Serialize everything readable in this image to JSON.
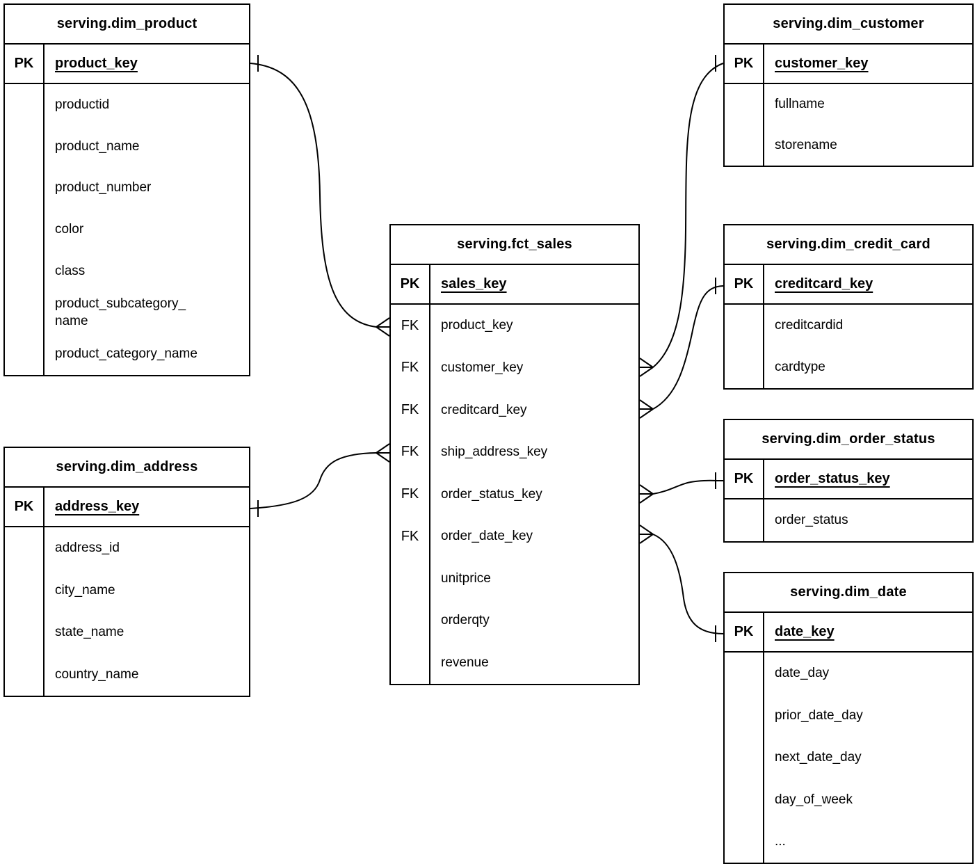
{
  "diagram_type": "entity-relationship",
  "key_labels": {
    "primary": "PK",
    "foreign": "FK"
  },
  "colors": {
    "line": "#000000",
    "background": "#ffffff",
    "text": "#000000"
  },
  "tables": [
    {
      "title": "serving.dim_product",
      "pk": {
        "key": "PK",
        "name": "product_key"
      },
      "fields": [
        {
          "key": "",
          "name": "productid"
        },
        {
          "key": "",
          "name": "product_name"
        },
        {
          "key": "",
          "name": "product_number"
        },
        {
          "key": "",
          "name": "color"
        },
        {
          "key": "",
          "name": "class"
        },
        {
          "key": "",
          "name": "product_subcategory_\nname"
        },
        {
          "key": "",
          "name": "product_category_name"
        }
      ]
    },
    {
      "title": "serving.dim_address",
      "pk": {
        "key": "PK",
        "name": "address_key"
      },
      "fields": [
        {
          "key": "",
          "name": "address_id"
        },
        {
          "key": "",
          "name": "city_name"
        },
        {
          "key": "",
          "name": "state_name"
        },
        {
          "key": "",
          "name": "country_name"
        }
      ]
    },
    {
      "title": "serving.fct_sales",
      "pk": {
        "key": "PK",
        "name": "sales_key"
      },
      "fields": [
        {
          "key": "FK",
          "name": "product_key"
        },
        {
          "key": "FK",
          "name": "customer_key"
        },
        {
          "key": "FK",
          "name": "creditcard_key"
        },
        {
          "key": "FK",
          "name": "ship_address_key"
        },
        {
          "key": "FK",
          "name": "order_status_key"
        },
        {
          "key": "FK",
          "name": "order_date_key"
        },
        {
          "key": "",
          "name": "unitprice"
        },
        {
          "key": "",
          "name": "orderqty"
        },
        {
          "key": "",
          "name": "revenue"
        }
      ]
    },
    {
      "title": "serving.dim_customer",
      "pk": {
        "key": "PK",
        "name": "customer_key"
      },
      "fields": [
        {
          "key": "",
          "name": "fullname"
        },
        {
          "key": "",
          "name": "storename"
        }
      ]
    },
    {
      "title": "serving.dim_credit_card",
      "pk": {
        "key": "PK",
        "name": "creditcard_key"
      },
      "fields": [
        {
          "key": "",
          "name": "creditcardid"
        },
        {
          "key": "",
          "name": "cardtype"
        }
      ]
    },
    {
      "title": "serving.dim_order_status",
      "pk": {
        "key": "PK",
        "name": "order_status_key"
      },
      "fields": [
        {
          "key": "",
          "name": "order_status"
        }
      ]
    },
    {
      "title": "serving.dim_date",
      "pk": {
        "key": "PK",
        "name": "date_key"
      },
      "fields": [
        {
          "key": "",
          "name": "date_day"
        },
        {
          "key": "",
          "name": "prior_date_day"
        },
        {
          "key": "",
          "name": "next_date_day"
        },
        {
          "key": "",
          "name": "day_of_week"
        },
        {
          "key": "",
          "name": "..."
        }
      ]
    }
  ],
  "relationships": [
    {
      "from_table": "serving.fct_sales",
      "from_field": "product_key",
      "to_table": "serving.dim_product",
      "to_field": "product_key",
      "from_cardinality": "many",
      "to_cardinality": "one"
    },
    {
      "from_table": "serving.fct_sales",
      "from_field": "ship_address_key",
      "to_table": "serving.dim_address",
      "to_field": "address_key",
      "from_cardinality": "many",
      "to_cardinality": "one"
    },
    {
      "from_table": "serving.fct_sales",
      "from_field": "customer_key",
      "to_table": "serving.dim_customer",
      "to_field": "customer_key",
      "from_cardinality": "many",
      "to_cardinality": "one"
    },
    {
      "from_table": "serving.fct_sales",
      "from_field": "creditcard_key",
      "to_table": "serving.dim_credit_card",
      "to_field": "creditcard_key",
      "from_cardinality": "many",
      "to_cardinality": "one"
    },
    {
      "from_table": "serving.fct_sales",
      "from_field": "order_status_key",
      "to_table": "serving.dim_order_status",
      "to_field": "order_status_key",
      "from_cardinality": "many",
      "to_cardinality": "one"
    },
    {
      "from_table": "serving.fct_sales",
      "from_field": "order_date_key",
      "to_table": "serving.dim_date",
      "to_field": "date_key",
      "from_cardinality": "many",
      "to_cardinality": "one"
    }
  ]
}
